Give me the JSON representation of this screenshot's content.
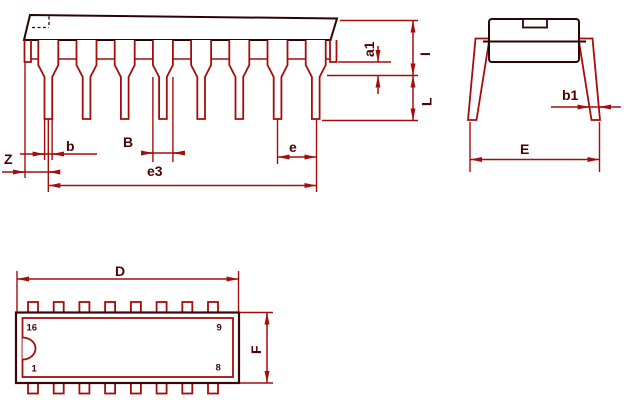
{
  "drawing": {
    "title": "DIP-16 package mechanical dimensions drawing",
    "colors": {
      "line_red": "#a50d0d",
      "outline_dark": "#2b0404",
      "label_dark": "#4a0404",
      "background": "#ffffff"
    },
    "side_view": {
      "labels": {
        "Z": "Z",
        "b": "b",
        "B": "B",
        "e3": "e3",
        "e": "e",
        "a1": "a1",
        "I": "I",
        "L": "L"
      }
    },
    "end_view": {
      "labels": {
        "b1": "b1",
        "E": "E"
      }
    },
    "top_view": {
      "labels": {
        "D": "D",
        "F": "F"
      },
      "pin_numbers": {
        "top_left": "16",
        "top_right": "9",
        "bottom_left": "1",
        "bottom_right": "8"
      }
    }
  }
}
